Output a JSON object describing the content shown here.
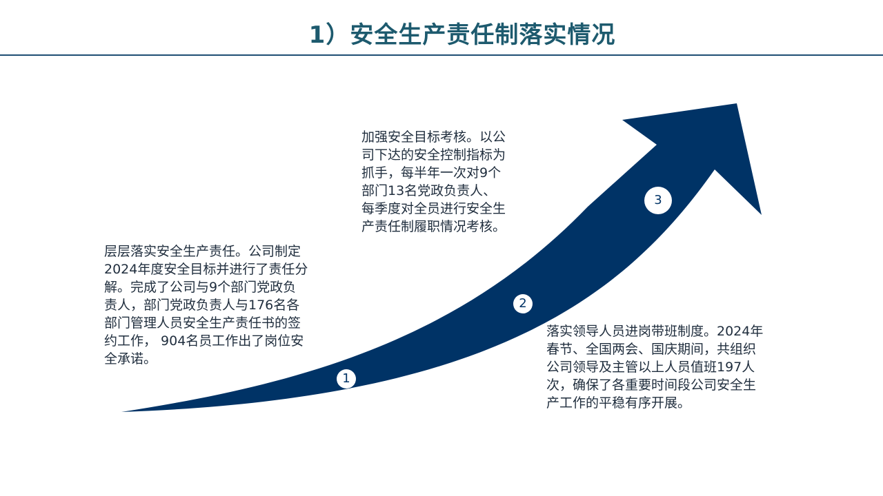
{
  "title": "1）安全生产责任制落实情况",
  "colors": {
    "arrow": "#003366",
    "title": "#1d5a6e",
    "rule": "#1d4e73",
    "text": "#1f2d3d"
  },
  "steps": [
    {
      "number": "1",
      "lines": [
        "层层落实安全生产责任。公司制定",
        "2024年度安全目标并进行了责任分",
        "解。完成了公司与9个部门党政负",
        "责人，部门党政负责人与176名各",
        "部门管理人员安全生产责任书的签",
        "约工作， 904名员工作出了岗位安",
        "全承诺。"
      ]
    },
    {
      "number": "2",
      "lines": [
        "落实领导人员进岗带班制度。2024年",
        "春节、全国两会、国庆期间，共组织",
        "公司领导及主管以上人员值班197人",
        "次，确保了各重要时间段公司安全生",
        "产工作的平稳有序开展。"
      ]
    },
    {
      "number": "3",
      "lines": [
        "加强安全目标考核。以公",
        "司下达的安全控制指标为",
        "抓手，每半年一次对9个",
        "部门13名党政负责人、",
        "每季度对全员进行安全生",
        "产责任制履职情况考核。"
      ]
    }
  ]
}
